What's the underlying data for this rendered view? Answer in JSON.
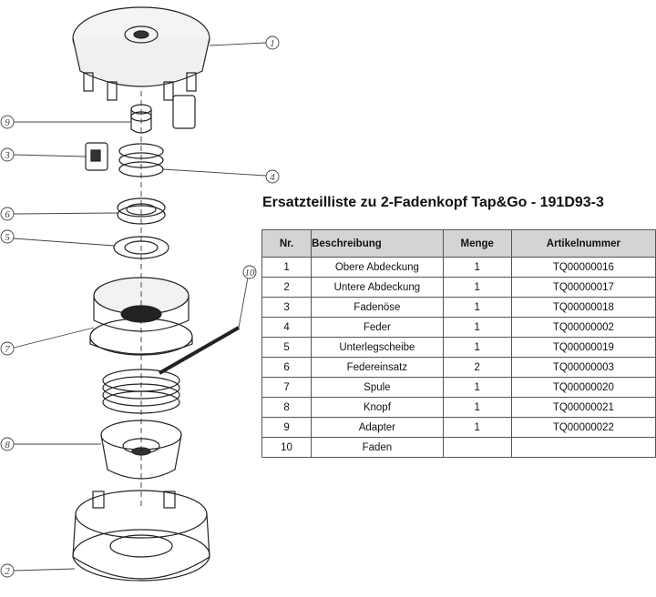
{
  "document": {
    "title": "Ersatzteilliste zu 2-Fadenkopf Tap&Go - 191D93-3"
  },
  "table": {
    "headers": {
      "nr": "Nr.",
      "description": "Beschreibung",
      "quantity": "Menge",
      "article": "Artikelnummer"
    },
    "rows": [
      {
        "nr": "1",
        "description": "Obere Abdeckung",
        "quantity": "1",
        "article": "TQ00000016"
      },
      {
        "nr": "2",
        "description": "Untere Abdeckung",
        "quantity": "1",
        "article": "TQ00000017"
      },
      {
        "nr": "3",
        "description": "Fadenöse",
        "quantity": "1",
        "article": "TQ00000018"
      },
      {
        "nr": "4",
        "description": "Feder",
        "quantity": "1",
        "article": "TQ00000002"
      },
      {
        "nr": "5",
        "description": "Unterlegscheibe",
        "quantity": "1",
        "article": "TQ00000019"
      },
      {
        "nr": "6",
        "description": "Federeinsatz",
        "quantity": "2",
        "article": "TQ00000003"
      },
      {
        "nr": "7",
        "description": "Spule",
        "quantity": "1",
        "article": "TQ00000020"
      },
      {
        "nr": "8",
        "description": "Knopf",
        "quantity": "1",
        "article": "TQ00000021"
      },
      {
        "nr": "9",
        "description": "Adapter",
        "quantity": "1",
        "article": "TQ00000022"
      },
      {
        "nr": "10",
        "description": "Faden",
        "quantity": "",
        "article": ""
      }
    ]
  },
  "drawing": {
    "callouts": [
      "1",
      "2",
      "3",
      "4",
      "5",
      "6",
      "7",
      "8",
      "9",
      "10"
    ]
  }
}
